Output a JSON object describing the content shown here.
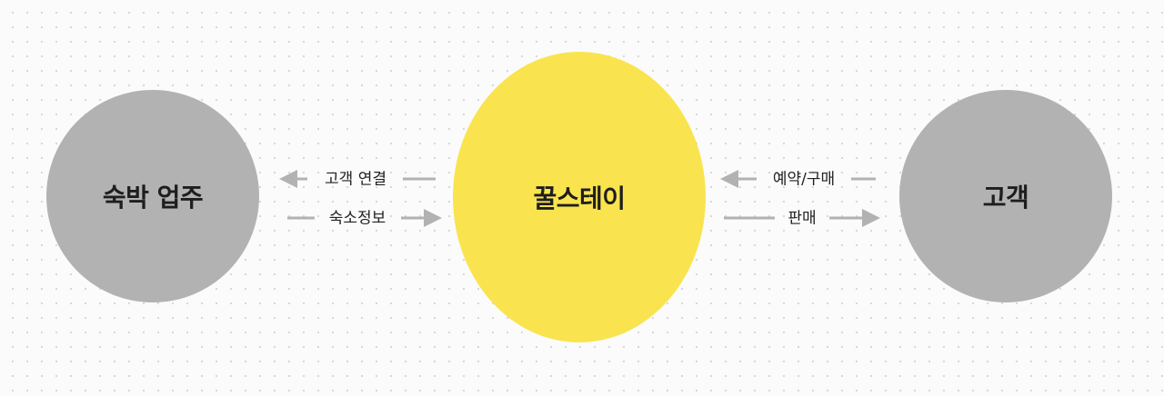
{
  "nodes": {
    "left": {
      "label": "숙박 업주",
      "color": "#b2b2b2"
    },
    "center": {
      "label": "꿀스테이",
      "color": "#f9e44f"
    },
    "right": {
      "label": "고객",
      "color": "#b2b2b2"
    }
  },
  "flows": {
    "center_to_left": "고객 연결",
    "left_to_center": "숙소정보",
    "right_to_center": "예약/구매",
    "center_to_right": "판매"
  },
  "colors": {
    "arrow": "#b2b2b2",
    "background": "#fbfbfb",
    "grid_dot": "#d6d6d6",
    "text": "#1e1e1e"
  }
}
